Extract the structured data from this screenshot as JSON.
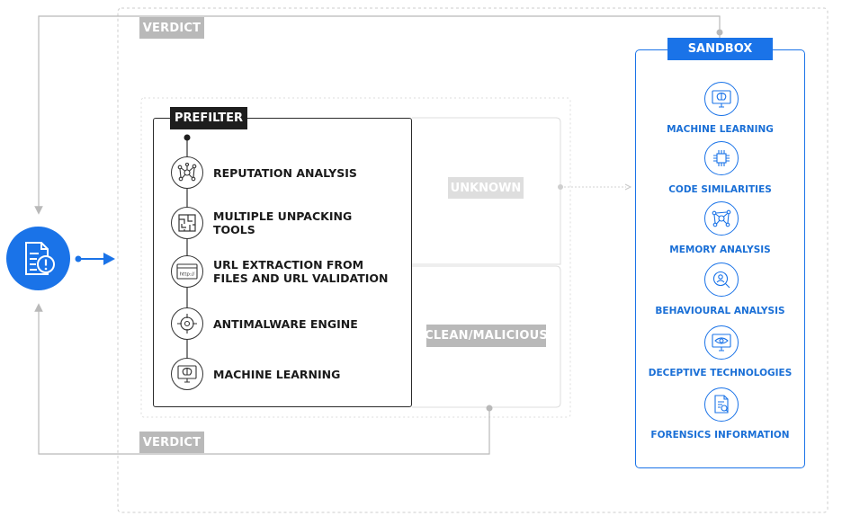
{
  "colors": {
    "accent": "#1a73e8",
    "dark": "#1e1e1e",
    "gray": "#b9b9b9",
    "light": "#dedede"
  },
  "input": {
    "icon": "document-alert-icon"
  },
  "verdict_top": "VERDICT",
  "verdict_bottom": "VERDICT",
  "prefilter": {
    "title": "PREFILTER",
    "items": [
      {
        "label": "REPUTATION ANALYSIS",
        "icon": "network-icon"
      },
      {
        "label": "MULTIPLE UNPACKING TOOLS",
        "icon": "maze-icon"
      },
      {
        "label": "URL EXTRACTION FROM FILES AND URL VALIDATION",
        "icon": "browser-http-icon",
        "icon_text": "http://"
      },
      {
        "label": "ANTIMALWARE ENGINE",
        "icon": "target-icon"
      },
      {
        "label": "MACHINE LEARNING",
        "icon": "monitor-brain-icon"
      }
    ]
  },
  "outcomes": {
    "unknown": "UNKNOWN",
    "clean_malicious": "CLEAN/MALICIOUS"
  },
  "sandbox": {
    "title": "SANDBOX",
    "items": [
      {
        "label": "MACHINE LEARNING",
        "icon": "monitor-brain-icon"
      },
      {
        "label": "CODE SIMILARITIES",
        "icon": "chip-icon"
      },
      {
        "label": "MEMORY ANALYSIS",
        "icon": "network-icon"
      },
      {
        "label": "BEHAVIOURAL ANALYSIS",
        "icon": "magnifier-user-icon"
      },
      {
        "label": "DECEPTIVE TECHNOLOGIES",
        "icon": "monitor-eye-icon"
      },
      {
        "label": "FORENSICS INFORMATION",
        "icon": "document-search-icon"
      }
    ]
  }
}
